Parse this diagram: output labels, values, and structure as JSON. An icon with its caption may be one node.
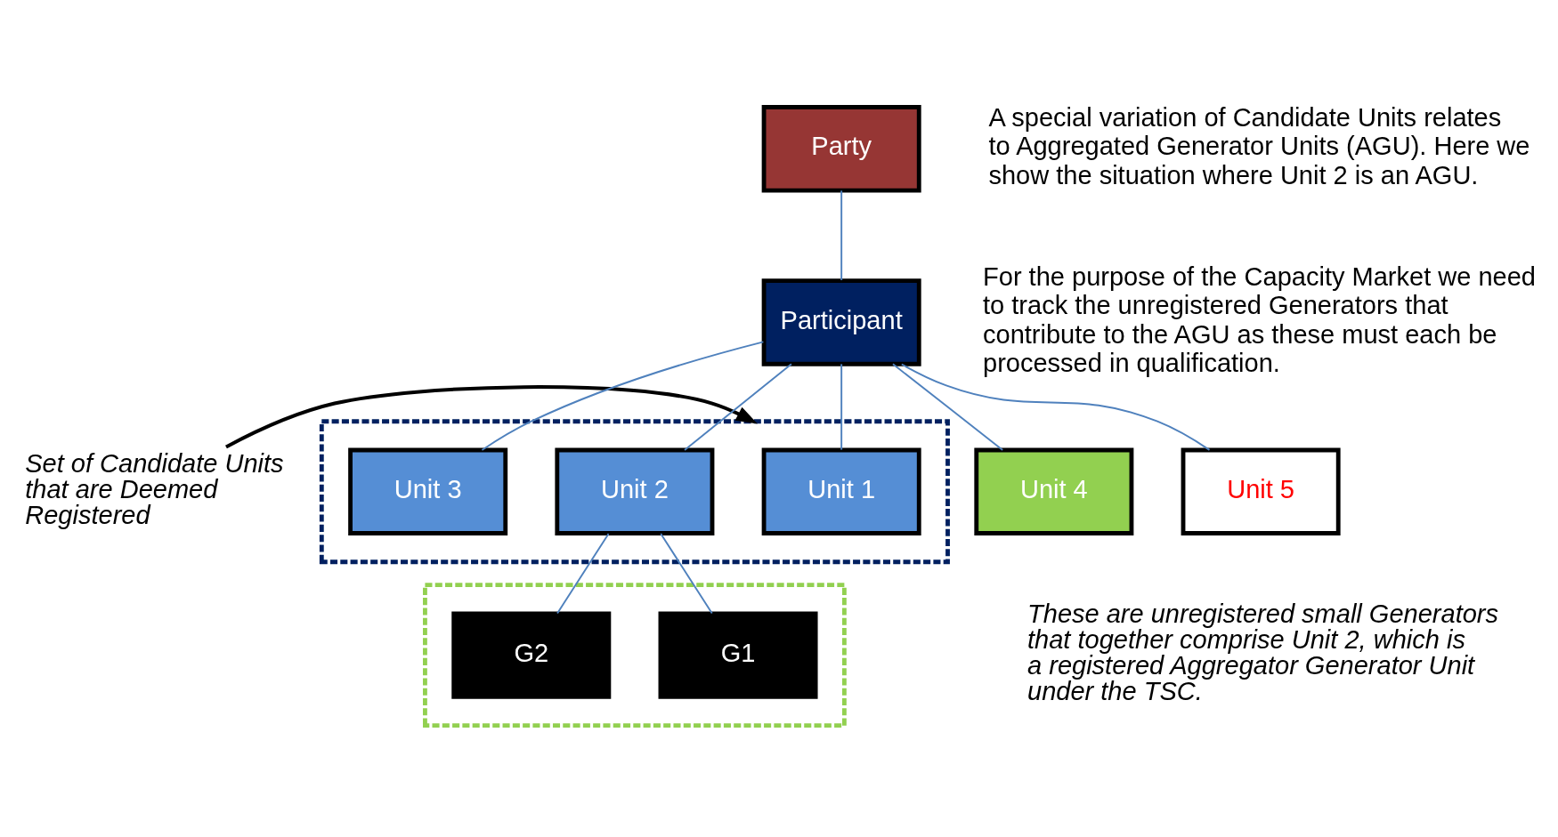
{
  "diagram": {
    "nodes": [
      {
        "text": [
          "Party"
        ]
      },
      {
        "text": [
          "Participant"
        ]
      },
      {
        "text": [],
        "shape": "box"
      },
      {
        "text": [
          "Unit 1"
        ],
        "in": 2
      },
      {
        "text": [
          "Unit 2"
        ],
        "in": 2
      },
      {
        "text": [
          "Unit 3"
        ],
        "in": 2
      },
      {
        "text": [
          "Unit 4"
        ]
      },
      {
        "text": [
          "Unit 5"
        ]
      },
      {
        "text": [],
        "shape": "box"
      },
      {
        "text": [
          "G1"
        ],
        "in": 8
      },
      {
        "text": [
          "G2"
        ],
        "in": 8
      },
      {
        "text": [
          "Set of Candidate Units that are Deemed Registered"
        ]
      }
    ],
    "edges": [
      {
        "from": 0,
        "to": 1,
        "arrow": "none"
      },
      {
        "from": 1,
        "to": 3,
        "arrow": "none"
      },
      {
        "from": 1,
        "to": 4,
        "arrow": "none"
      },
      {
        "from": 1,
        "to": 5,
        "arrow": "none"
      },
      {
        "from": 1,
        "to": 6,
        "arrow": "none"
      },
      {
        "from": 1,
        "to": 7,
        "arrow": "none"
      },
      {
        "from": 4,
        "to": 9,
        "arrow": "none"
      },
      {
        "from": 4,
        "to": 10,
        "arrow": "none"
      },
      {
        "from": 11,
        "to": 2,
        "arrow": "to",
        "color": "#000000"
      }
    ],
    "labels": [
      "A special variation of Candidate Units relates to Aggregated Generator Units (AGU). Here we show the situation where Unit 2 is an AGU.",
      "For the purpose of the Capacity Market we need to track the unregistered Generators that contribute to the AGU as these must each be processed in qualification.",
      "These are unregistered small Generators that together comprise Unit 2, which is a registered Aggregator Generator Unit under the TSC."
    ]
  }
}
